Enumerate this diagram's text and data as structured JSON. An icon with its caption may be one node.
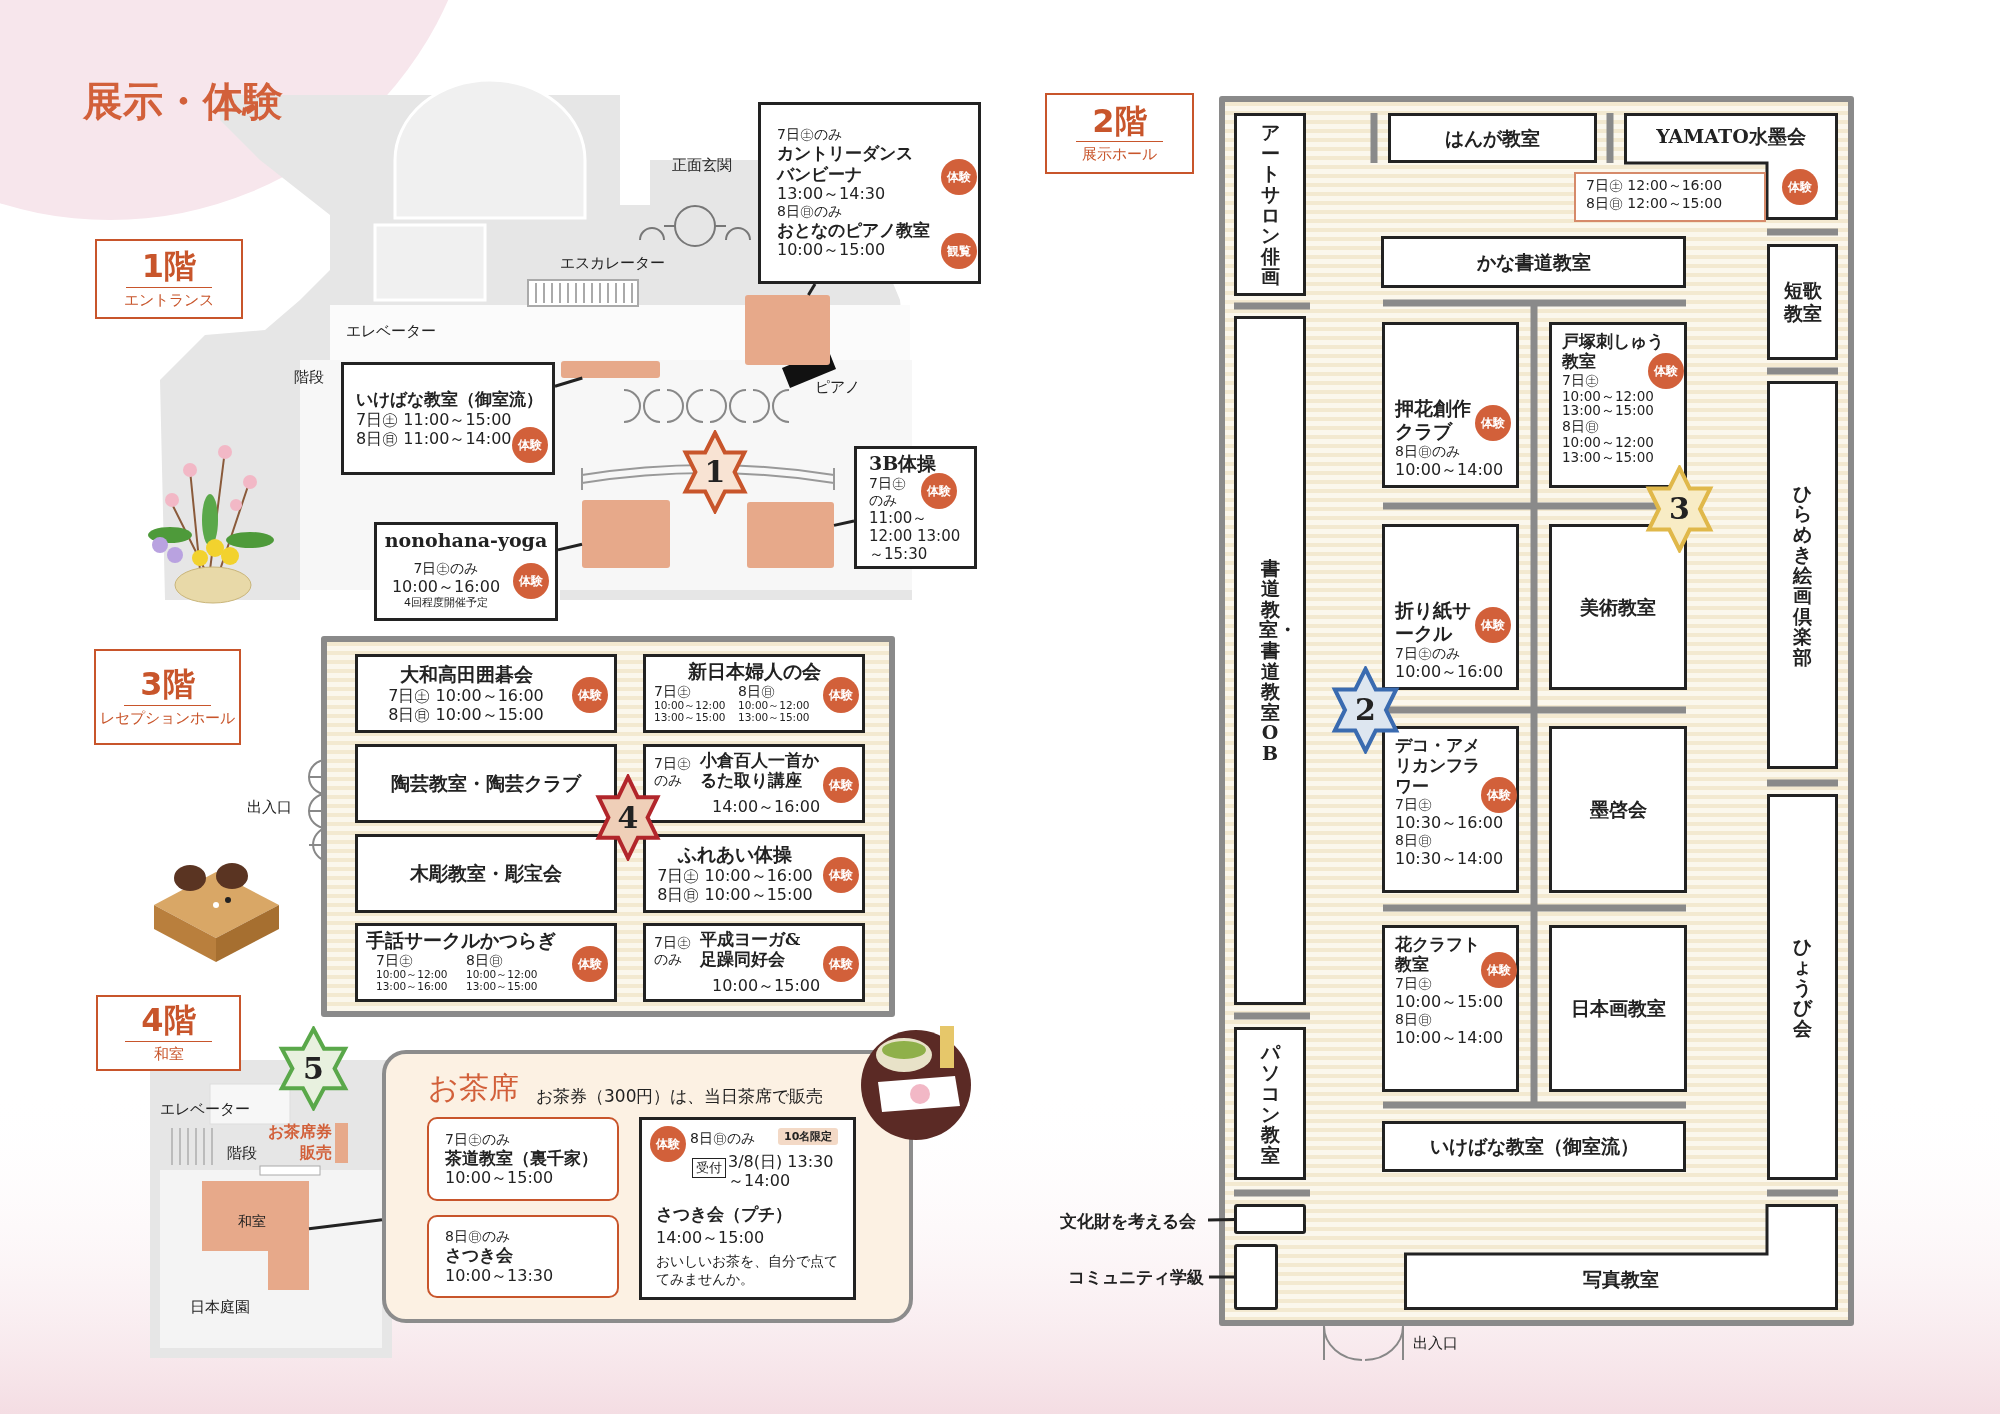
{
  "diagram": {
    "title": "展示・体験",
    "nodes": [
      {
        "text": [
          "1階",
          "エントランス"
        ]
      },
      {
        "text": [
          "7日㊏のみ",
          "カントリーダンスバンビーナ",
          "13:00～14:30",
          "体験",
          "8日㊐のみ",
          "おとなのピアノ教室",
          "10:00～15:00",
          "観覧"
        ]
      },
      {
        "text": [],
        "shape": "box"
      },
      {
        "text": [
          "いけばな教室（御室流）",
          "7日㊏ 11:00～15:00",
          "8日㊐ 11:00～14:00",
          "体験"
        ]
      },
      {
        "text": [],
        "shape": "box"
      },
      {
        "text": [
          "1"
        ]
      },
      {
        "text": [
          "3B体操",
          "7日㊏のみ",
          "体験",
          "11:00～12:00 13:00～15:30"
        ]
      },
      {
        "text": [
          "nonohana-yoga",
          "7日㊏のみ",
          "10:00～16:00",
          "体験",
          "4回程度開催予定"
        ]
      },
      {
        "text": [],
        "shape": "box"
      },
      {
        "text": [],
        "shape": "box"
      },
      {
        "text": [
          "3階",
          "レセプションホール"
        ]
      },
      {
        "text": [],
        "shape": "box"
      },
      {
        "text": [
          "大和高田囲碁会",
          "7日㊏ 10:00～16:00",
          "8日㊐ 10:00～15:00",
          "体験"
        ],
        "in": 11
      },
      {
        "text": [
          "新日本婦人の会",
          "7日㊏",
          "10:00～12:00 13:00～15:00",
          "8日㊐",
          "10:00～12:00 13:00～15:00",
          "体験"
        ],
        "in": 11
      },
      {
        "text": [
          "陶芸教室・陶芸クラブ"
        ],
        "in": 11
      },
      {
        "text": [
          "4"
        ],
        "in": 11
      },
      {
        "text": [
          "7日㊏のみ",
          "小倉百人一首かるた取り講座",
          "14:00～16:00",
          "体験"
        ],
        "in": 11
      },
      {
        "text": [
          "木彫教室・彫宝会"
        ],
        "in": 11
      },
      {
        "text": [
          "ふれあい体操",
          "7日㊏ 10:00～16:00",
          "8日㊐ 10:00～15:00",
          "体験"
        ],
        "in": 11
      },
      {
        "text": [
          "手話サークルかつらぎ",
          "7日㊏",
          "10:00～12:00 13:00～16:00",
          "8日㊐",
          "10:00～12:00 13:00～15:00",
          "体験"
        ],
        "in": 11
      },
      {
        "text": [
          "7日㊏のみ",
          "平成ヨーガ&足躁同好会",
          "10:00～15:00",
          "体験"
        ],
        "in": 11
      },
      {
        "text": [
          "4階",
          "和室"
        ]
      },
      {
        "text": [
          "5"
        ]
      },
      {
        "text": [
          "和室"
        ]
      },
      {
        "text": [
          "お茶席",
          "お茶券（300円）は、当日茶席で販売"
        ]
      },
      {
        "text": [
          "7日㊏のみ",
          "茶道教室（裏千家）",
          "10:00～15:00"
        ],
        "in": 24
      },
      {
        "text": [
          "8日㊐のみ",
          "さつき会",
          "10:00～13:30"
        ],
        "in": 24
      },
      {
        "text": [
          "体験",
          "8日㊐のみ",
          "10名限定",
          "受付",
          "3/8(日) 13:30～14:00",
          "さつき会（プチ）",
          "14:00～15:00",
          "おいしいお茶を、自分で点ててみませんか。"
        ],
        "in": 24
      },
      {
        "text": [
          "2階",
          "展示ホール"
        ]
      },
      {
        "text": [],
        "shape": "box"
      },
      {
        "text": [
          "アートサロン俳画"
        ],
        "in": 29
      },
      {
        "text": [
          "はんが教室"
        ],
        "in": 29
      },
      {
        "text": [
          "YAMATO水墨会",
          "体験"
        ],
        "beside": [
          "7日㊏ 12:00～16:00",
          "8日㊐ 12:00～15:00"
        ],
        "in": 29
      },
      {
        "text": [
          "かな書道教室"
        ],
        "in": 29
      },
      {
        "text": [
          "短歌教室"
        ],
        "in": 29
      },
      {
        "text": [
          "押花創作クラブ",
          "体験",
          "8日㊐のみ",
          "10:00～14:00"
        ],
        "in": 29
      },
      {
        "text": [
          "戸塚刺しゅう教室",
          "体験",
          "7日㊏",
          "10:00～12:00 13:00～15:00",
          "8日㊐",
          "10:00～12:00 13:00～15:00"
        ],
        "in": 29
      },
      {
        "text": [
          "3"
        ],
        "in": 29
      },
      {
        "text": [
          "書道教室・書道教室OB"
        ],
        "in": 29
      },
      {
        "text": [
          "ひらめき絵画倶楽部"
        ],
        "in": 29
      },
      {
        "text": [
          "折り紙サークル",
          "体験",
          "7日㊏のみ",
          "10:00～16:00"
        ],
        "in": 29
      },
      {
        "text": [
          "美術教室"
        ],
        "in": 29
      },
      {
        "text": [
          "2"
        ],
        "in": 29
      },
      {
        "text": [
          "デコ・アメリカンフラワー",
          "体験",
          "7日㊏",
          "10:30～16:00",
          "8日㊐",
          "10:30～14:00"
        ],
        "in": 29
      },
      {
        "text": [
          "墨啓会"
        ],
        "in": 29
      },
      {
        "text": [
          "花クラフト教室",
          "体験",
          "7日㊏",
          "10:00～15:00",
          "8日㊐",
          "10:00～14:00"
        ],
        "in": 29
      },
      {
        "text": [
          "日本画教室"
        ],
        "in": 29
      },
      {
        "text": [
          "いけばな教室（御室流）"
        ],
        "in": 29
      },
      {
        "text": [
          "ひょうび会"
        ],
        "in": 29
      },
      {
        "text": [
          "パソコン教室"
        ],
        "in": 29
      },
      {
        "text": [
          "文化財を考える会"
        ]
      },
      {
        "text": [],
        "shape": "box",
        "in": 29
      },
      {
        "text": [
          "コミュニティ学級"
        ]
      },
      {
        "text": [],
        "shape": "box",
        "in": 29
      },
      {
        "text": [
          "写真教室"
        ],
        "in": 29
      }
    ],
    "edges": [
      {
        "from": 1,
        "to": 2,
        "arrow": "none"
      },
      {
        "from": 3,
        "to": 4,
        "arrow": "none"
      },
      {
        "from": 6,
        "to": 9,
        "arrow": "none"
      },
      {
        "from": 7,
        "to": 8,
        "arrow": "none"
      },
      {
        "from": 24,
        "to": 23,
        "arrow": "none"
      },
      {
        "from": 50,
        "to": 51,
        "arrow": "none"
      },
      {
        "from": 52,
        "to": 53,
        "arrow": "none"
      }
    ],
    "labels": [
      "正面玄関",
      "エスカレーター",
      "エレベーター",
      "階段",
      "ピアノ",
      "出入口",
      "エレベーター",
      "階段",
      "お茶席券販売",
      "日本庭園",
      "出入口"
    ]
  }
}
